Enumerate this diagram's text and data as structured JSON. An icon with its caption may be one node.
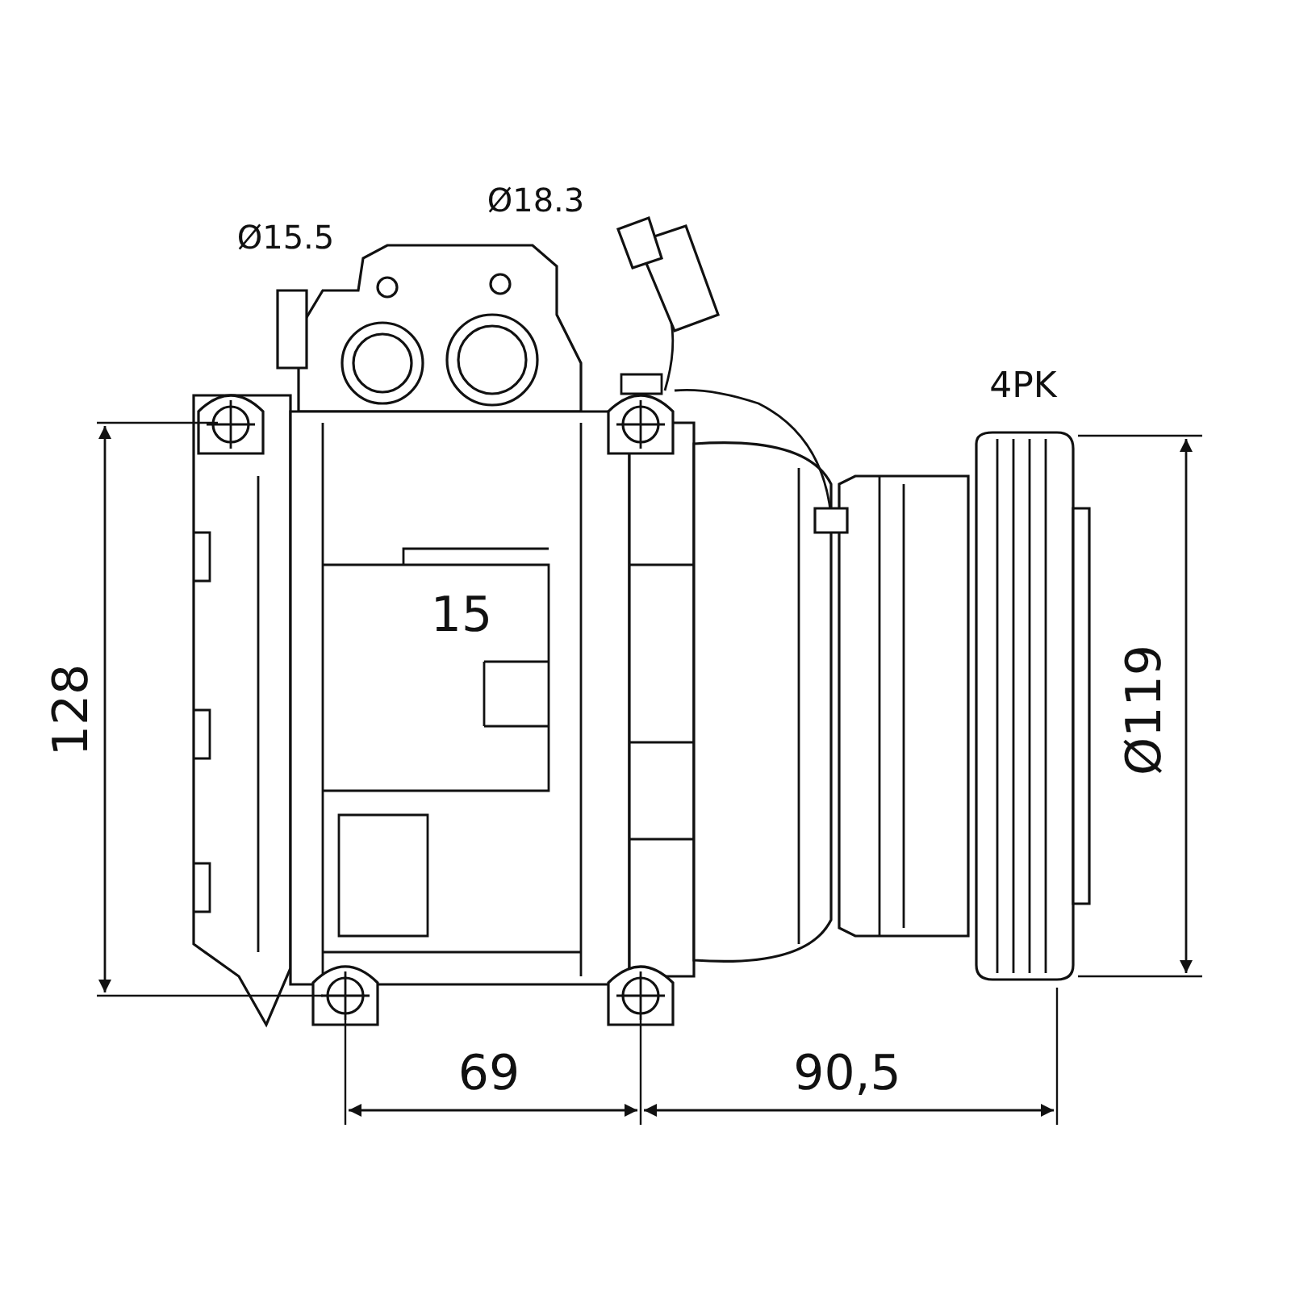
{
  "diagram": {
    "labels": [
      "Ø18.3",
      "Ø15.5",
      "4PK",
      "15",
      "128",
      "Ø119",
      "69",
      "90,5"
    ]
  }
}
